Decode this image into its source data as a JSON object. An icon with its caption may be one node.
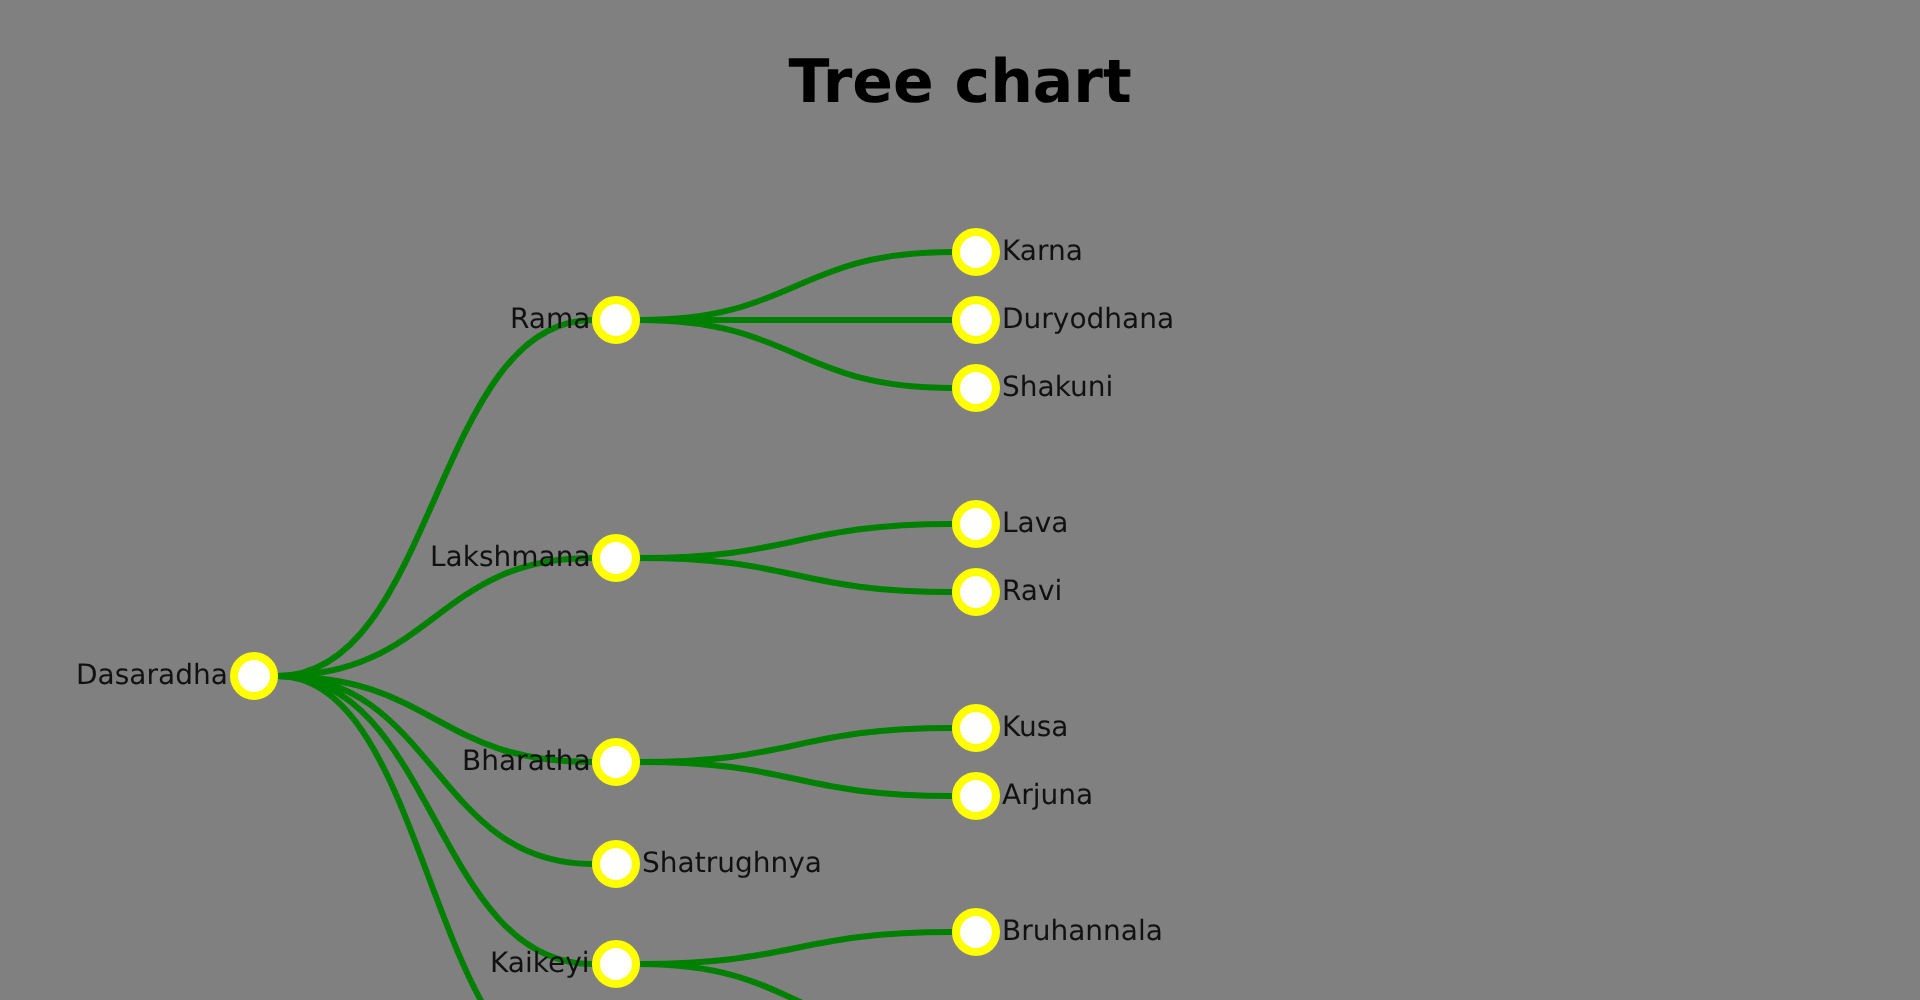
{
  "diagram": {
    "title": "Tree chart",
    "nodes": [
      {
        "text": [],
        "shape": "circle",
        "beside": [
          "Dasaradha"
        ]
      },
      {
        "text": [],
        "shape": "circle",
        "beside": [
          "Rama"
        ]
      },
      {
        "text": [],
        "shape": "circle",
        "beside": [
          "Karna"
        ]
      },
      {
        "text": [],
        "shape": "circle",
        "beside": [
          "Duryodhana"
        ]
      },
      {
        "text": [],
        "shape": "circle",
        "beside": [
          "Shakuni"
        ]
      },
      {
        "text": [],
        "shape": "circle",
        "beside": [
          "Lakshmana"
        ]
      },
      {
        "text": [],
        "shape": "circle",
        "beside": [
          "Lava"
        ]
      },
      {
        "text": [],
        "shape": "circle",
        "beside": [
          "Ravi"
        ]
      },
      {
        "text": [],
        "shape": "circle",
        "beside": [
          "Bharatha"
        ]
      },
      {
        "text": [],
        "shape": "circle",
        "beside": [
          "Kusa"
        ]
      },
      {
        "text": [],
        "shape": "circle",
        "beside": [
          "Arjuna"
        ]
      },
      {
        "text": [],
        "shape": "circle",
        "beside": [
          "Shatrughnya"
        ]
      },
      {
        "text": [],
        "shape": "circle",
        "beside": [
          "Kaikeyi"
        ]
      },
      {
        "text": [],
        "shape": "circle",
        "beside": [
          "Bruhannala"
        ]
      }
    ],
    "edges": [
      {
        "from": 0,
        "to": 1,
        "arrow": "none"
      },
      {
        "from": 1,
        "to": 2,
        "arrow": "none"
      },
      {
        "from": 1,
        "to": 3,
        "arrow": "none"
      },
      {
        "from": 1,
        "to": 4,
        "arrow": "none"
      },
      {
        "from": 0,
        "to": 5,
        "arrow": "none"
      },
      {
        "from": 5,
        "to": 6,
        "arrow": "none"
      },
      {
        "from": 5,
        "to": 7,
        "arrow": "none"
      },
      {
        "from": 0,
        "to": 8,
        "arrow": "none"
      },
      {
        "from": 8,
        "to": 9,
        "arrow": "none"
      },
      {
        "from": 8,
        "to": 10,
        "arrow": "none"
      },
      {
        "from": 0,
        "to": 11,
        "arrow": "none"
      },
      {
        "from": 0,
        "to": 12,
        "arrow": "none"
      },
      {
        "from": 12,
        "to": 13,
        "arrow": "none"
      },
      {
        "from": 0,
        "to": null,
        "arrow": "none"
      },
      {
        "from": 12,
        "to": null,
        "arrow": "none"
      }
    ]
  }
}
